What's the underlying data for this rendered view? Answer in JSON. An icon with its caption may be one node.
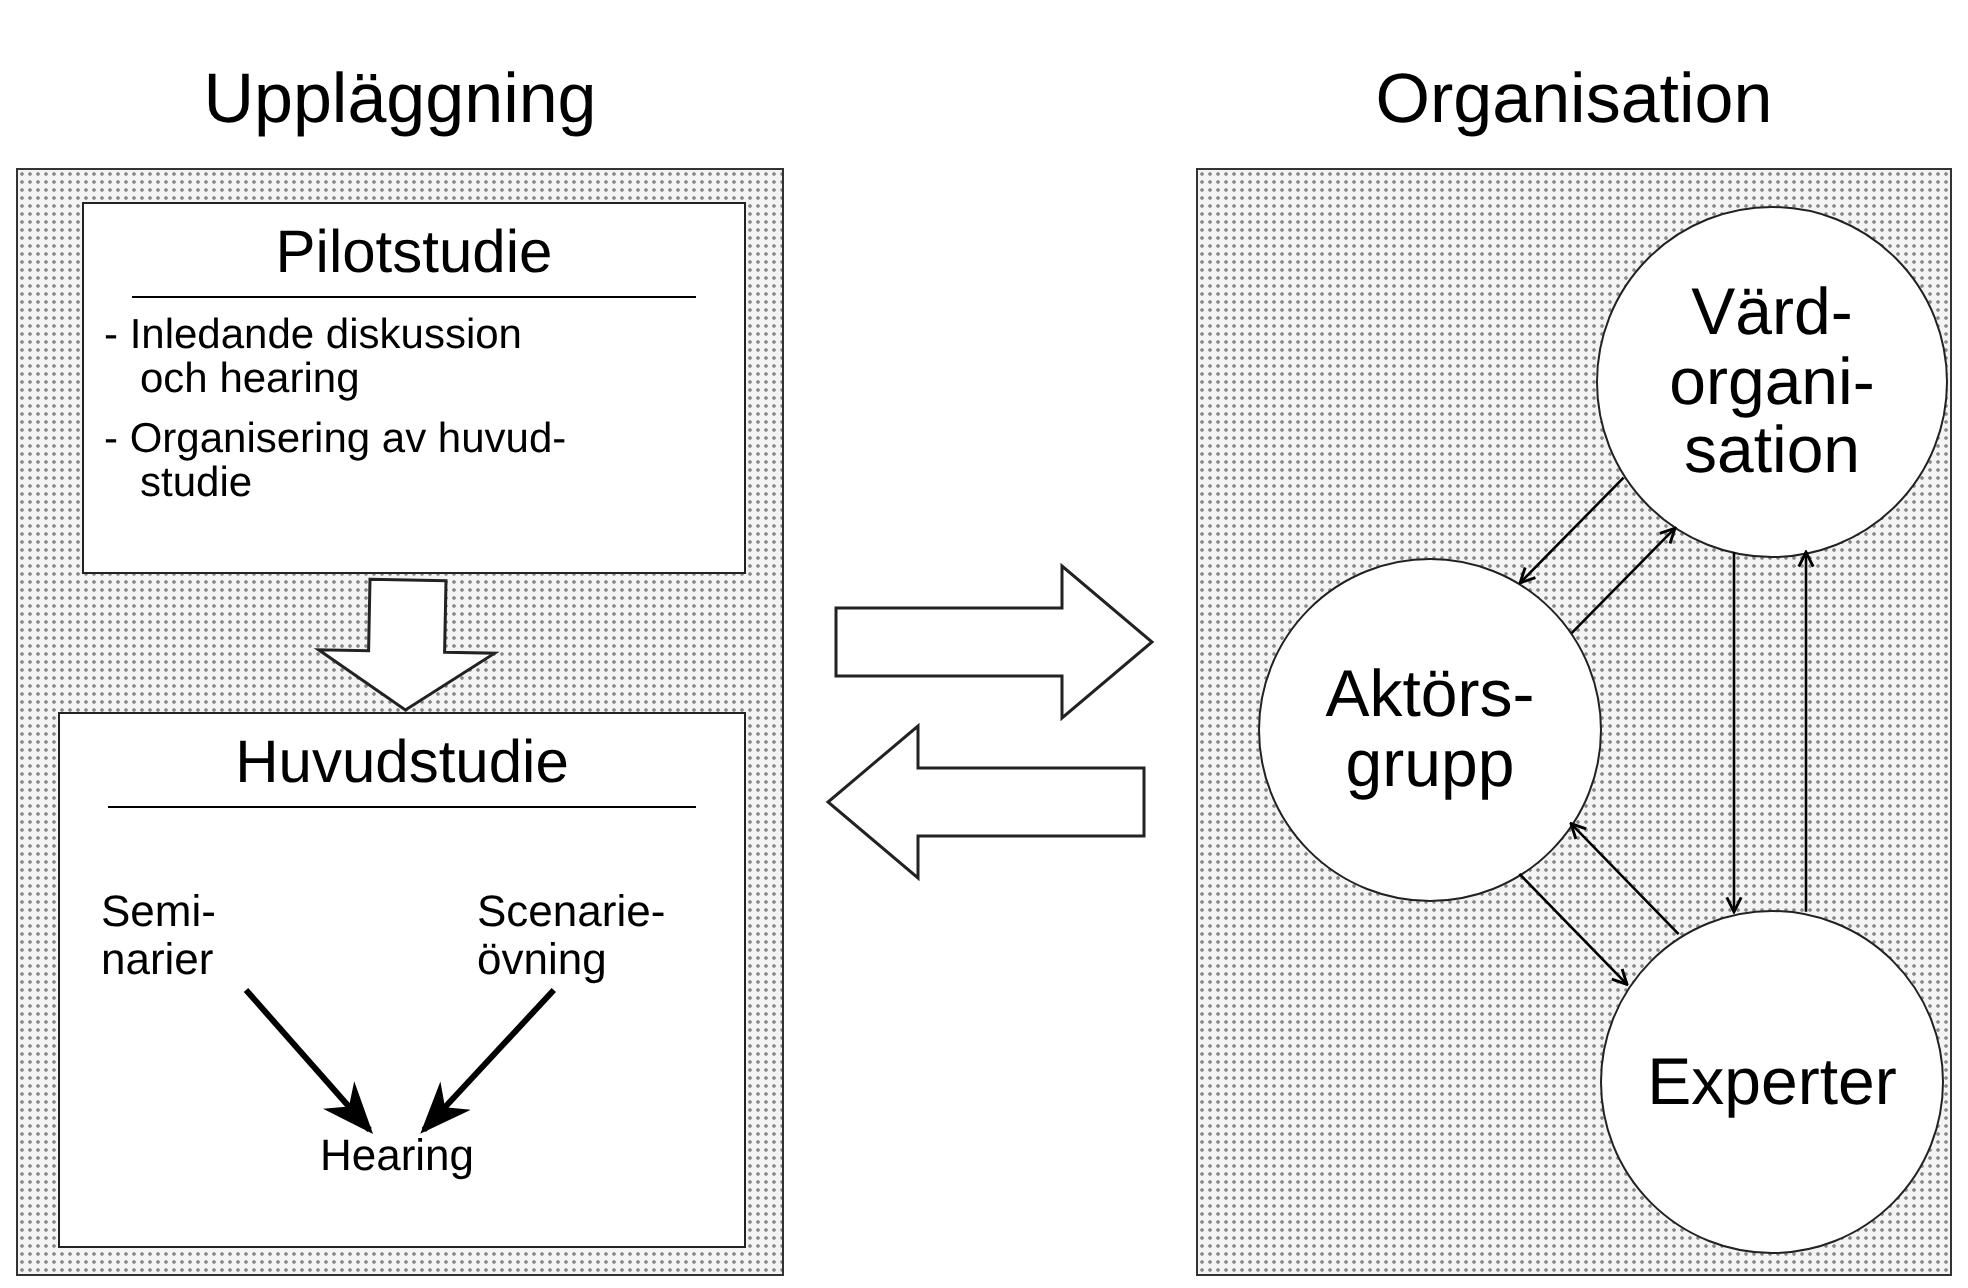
{
  "diagram": {
    "nodes": [
      {
        "text": [
          "Uppläggning"
        ]
      },
      {
        "text": [
          "Pilotstudie",
          "- Inledande diskussion och hearing",
          "- Organisering av huvud- studie"
        ],
        "in": 0
      },
      {
        "text": [
          "Huvudstudie"
        ],
        "in": 0
      },
      {
        "text": [
          "Semi- narier"
        ],
        "in": 2
      },
      {
        "text": [
          "Scenarie- övning"
        ],
        "in": 2
      },
      {
        "text": [
          "Hearing"
        ],
        "in": 2
      },
      {
        "text": [
          "Organisation"
        ]
      },
      {
        "text": [
          "Värd- organi- sation"
        ],
        "in": 6
      },
      {
        "text": [
          "Aktörs- grupp"
        ],
        "in": 6
      },
      {
        "text": [
          "Experter"
        ],
        "in": 6
      }
    ],
    "edges": [
      {
        "from": 1,
        "to": 2,
        "arrow": "to",
        "style": "thick"
      },
      {
        "from": 3,
        "to": 5,
        "arrow": "to",
        "style": "thick"
      },
      {
        "from": 4,
        "to": 5,
        "arrow": "to",
        "style": "thick"
      },
      {
        "from": 0,
        "to": 6,
        "arrow": "to",
        "style": "thick"
      },
      {
        "from": 6,
        "to": 0,
        "arrow": "to",
        "style": "thick"
      },
      {
        "from": 7,
        "to": 8,
        "arrow": "to"
      },
      {
        "from": 8,
        "to": 7,
        "arrow": "to"
      },
      {
        "from": 7,
        "to": 9,
        "arrow": "to"
      },
      {
        "from": 9,
        "to": 7,
        "arrow": "to"
      },
      {
        "from": 9,
        "to": 8,
        "arrow": "to"
      },
      {
        "from": 8,
        "to": 9,
        "arrow": "to"
      }
    ]
  }
}
